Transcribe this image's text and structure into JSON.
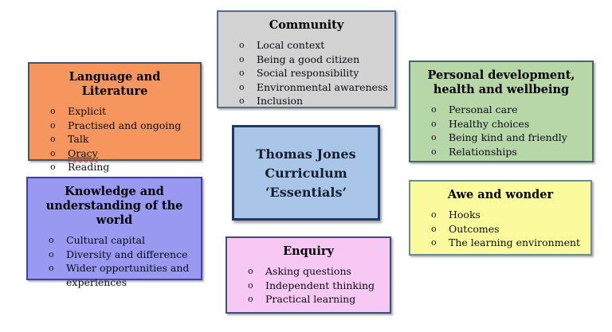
{
  "background_color": "#ffffff",
  "bullet": "o",
  "center_box": {
    "title": "Thomas Jones\nCurriculum\n‘Essentials’",
    "fill": "#A9C6E9",
    "border": "#1F3864"
  },
  "boxes": [
    {
      "id": "community",
      "title": "Community",
      "fill": "#D2D2D2",
      "border": "#4A7096",
      "items": [
        "Local context",
        "Being a good citizen",
        "Social responsibility",
        "Environmental awareness",
        "Inclusion"
      ]
    },
    {
      "id": "language-and-literature",
      "title": "Language and Literature",
      "fill": "#F6965E",
      "border": "#44546A",
      "items": [
        "Explicit",
        "Practised and ongoing",
        "Talk",
        "Oracy",
        "Reading"
      ]
    },
    {
      "id": "personal-development-health-and-wellbeing",
      "title": "Personal development,\nhealth and wellbeing",
      "fill": "#B7D7A9",
      "border": "#3F6870",
      "items": [
        "Personal care",
        "Healthy choices",
        "Being kind and friendly",
        "Relationships"
      ]
    },
    {
      "id": "knowledge-and-understanding-of-the-world",
      "title": "Knowledge and\nunderstanding of the world",
      "fill": "#9999F2",
      "border": "#3B3FB8",
      "items": [
        "Cultural capital",
        "Diversity and difference",
        "Wider opportunities and experiences"
      ]
    },
    {
      "id": "awe-and-wonder",
      "title": "Awe and wonder",
      "fill": "#FBFB9E",
      "border": "#6E8B8B",
      "items": [
        "Hooks",
        "Outcomes",
        "The learning environment"
      ]
    },
    {
      "id": "enquiry",
      "title": "Enquiry",
      "fill": "#F8C8F4",
      "border": "#3C4E7E",
      "items": [
        "Asking questions",
        "Independent thinking",
        "Practical learning"
      ]
    }
  ]
}
